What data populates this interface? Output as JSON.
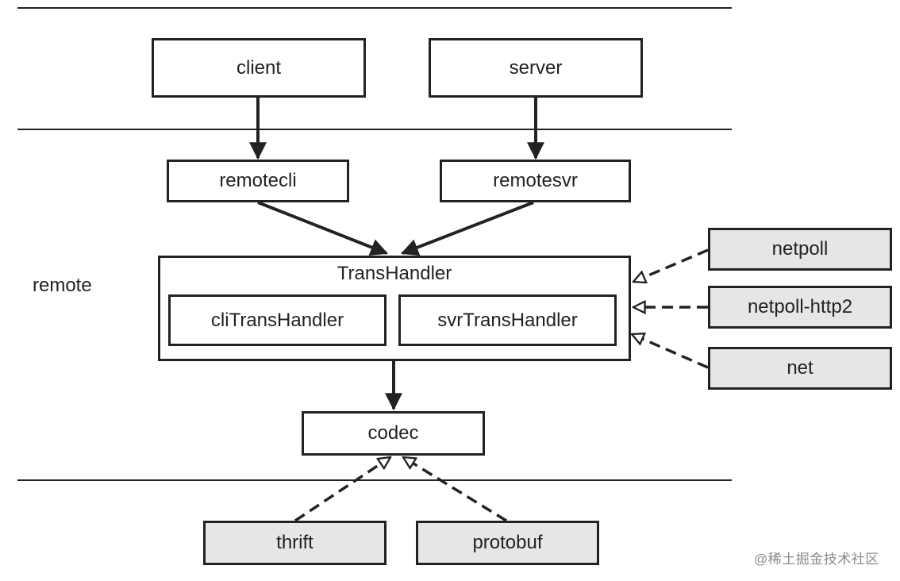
{
  "layer_label": "remote",
  "boxes": {
    "client": "client",
    "server": "server",
    "remotecli": "remotecli",
    "remotesvr": "remotesvr",
    "transhandler": "TransHandler",
    "clitranshandler": "cliTransHandler",
    "svrtranshandler": "svrTransHandler",
    "codec": "codec",
    "netpoll": "netpoll",
    "netpoll_http2": "netpoll-http2",
    "net": "net",
    "thrift": "thrift",
    "protobuf": "protobuf"
  },
  "watermark": "@稀土掘金技术社区",
  "colors": {
    "line": "#222222",
    "implementation_fill": "#e6e6e6",
    "watermark": "#8a8a8a"
  }
}
